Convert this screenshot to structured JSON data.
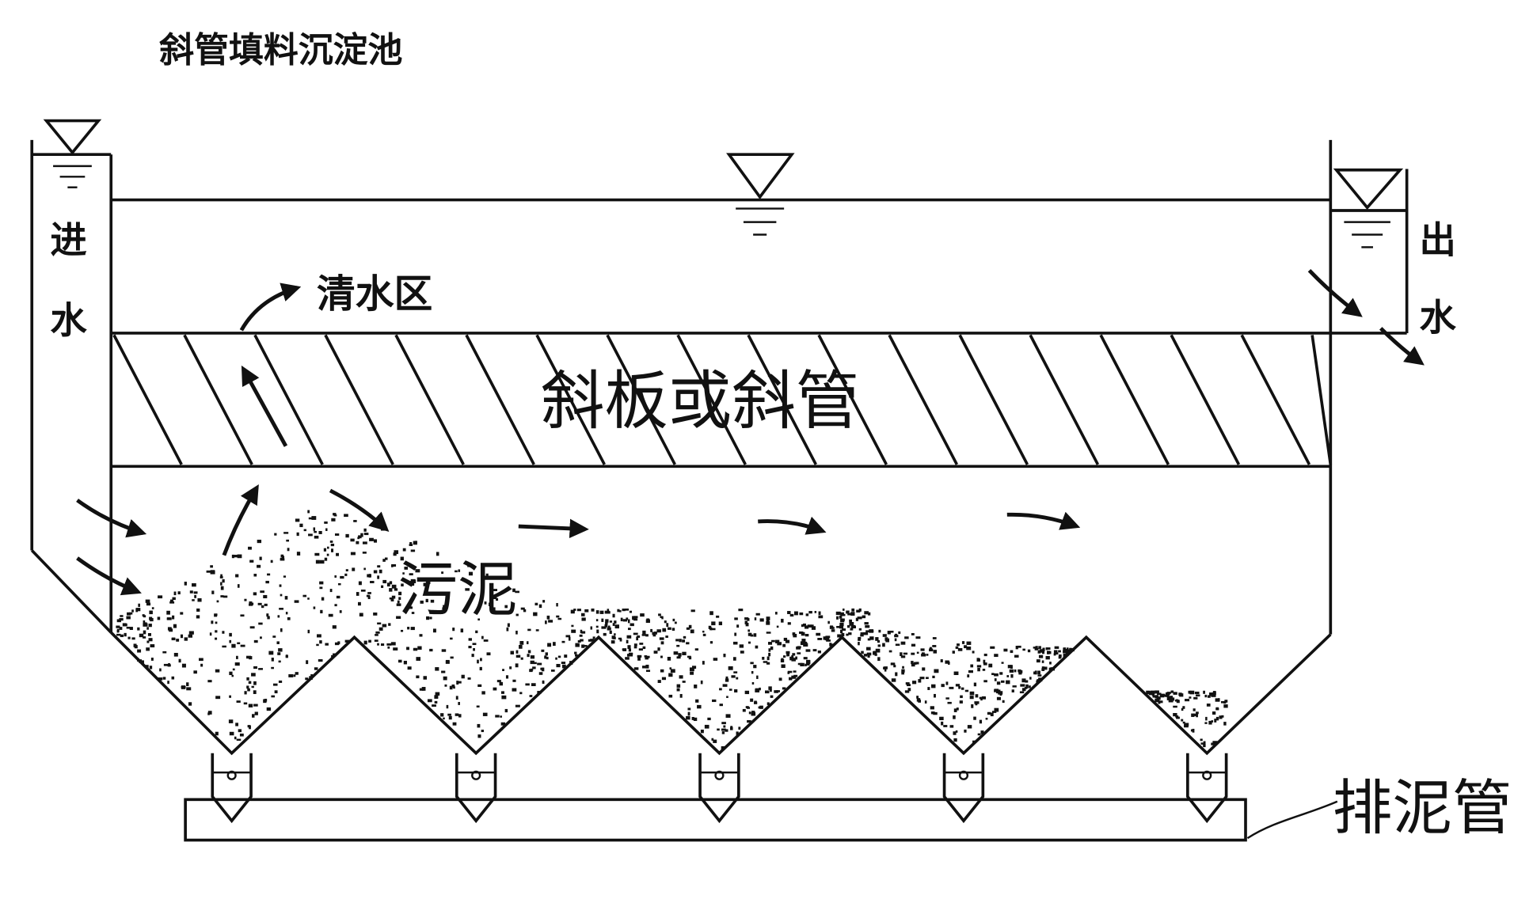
{
  "title": "斜管填料沉淀池",
  "labels": {
    "inlet_1": "进",
    "inlet_2": "水",
    "outlet_1": "出",
    "outlet_2": "水",
    "clear_zone": "清水区",
    "tubes": "斜板或斜管",
    "sludge": "污泥",
    "drain": "排泥管"
  },
  "colors": {
    "line": "#111111",
    "background": "#ffffff"
  }
}
